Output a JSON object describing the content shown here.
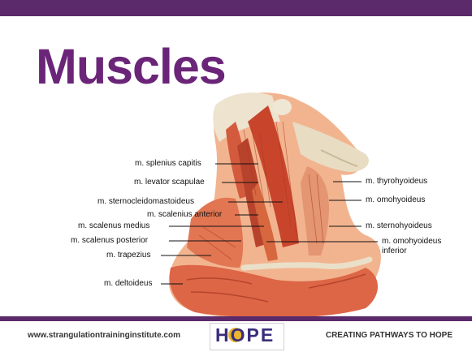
{
  "slide": {
    "title": "Muscles"
  },
  "labels_left": [
    {
      "text": "m. splenius capitis"
    },
    {
      "text": "m. levator scapulae"
    },
    {
      "text": "m. sternocleidomastoideus"
    },
    {
      "text": "m. scalenius anterior"
    },
    {
      "text": "m. scalenus medius"
    },
    {
      "text": "m. scalenus posterior"
    },
    {
      "text": "m. trapezius"
    },
    {
      "text": "m. deltoideus"
    }
  ],
  "labels_right": [
    {
      "text": "m. thyrohyoideus"
    },
    {
      "text": "m. omohyoideus"
    },
    {
      "text": "m. sternohyoideus"
    },
    {
      "text": "m. omohyoideus"
    },
    {
      "text": "inferior"
    }
  ],
  "footer": {
    "url": "www.strangulationtraininginstitute.com",
    "tagline": "CREATING PATHWAYS TO HOPE",
    "logo_text": "HOPE"
  },
  "colors": {
    "brand_purple": "#5b2a6a",
    "title_purple": "#6b2578",
    "muscle": "#d9563a",
    "muscle_light": "#f0a27d",
    "bone": "#e6ddc9"
  }
}
